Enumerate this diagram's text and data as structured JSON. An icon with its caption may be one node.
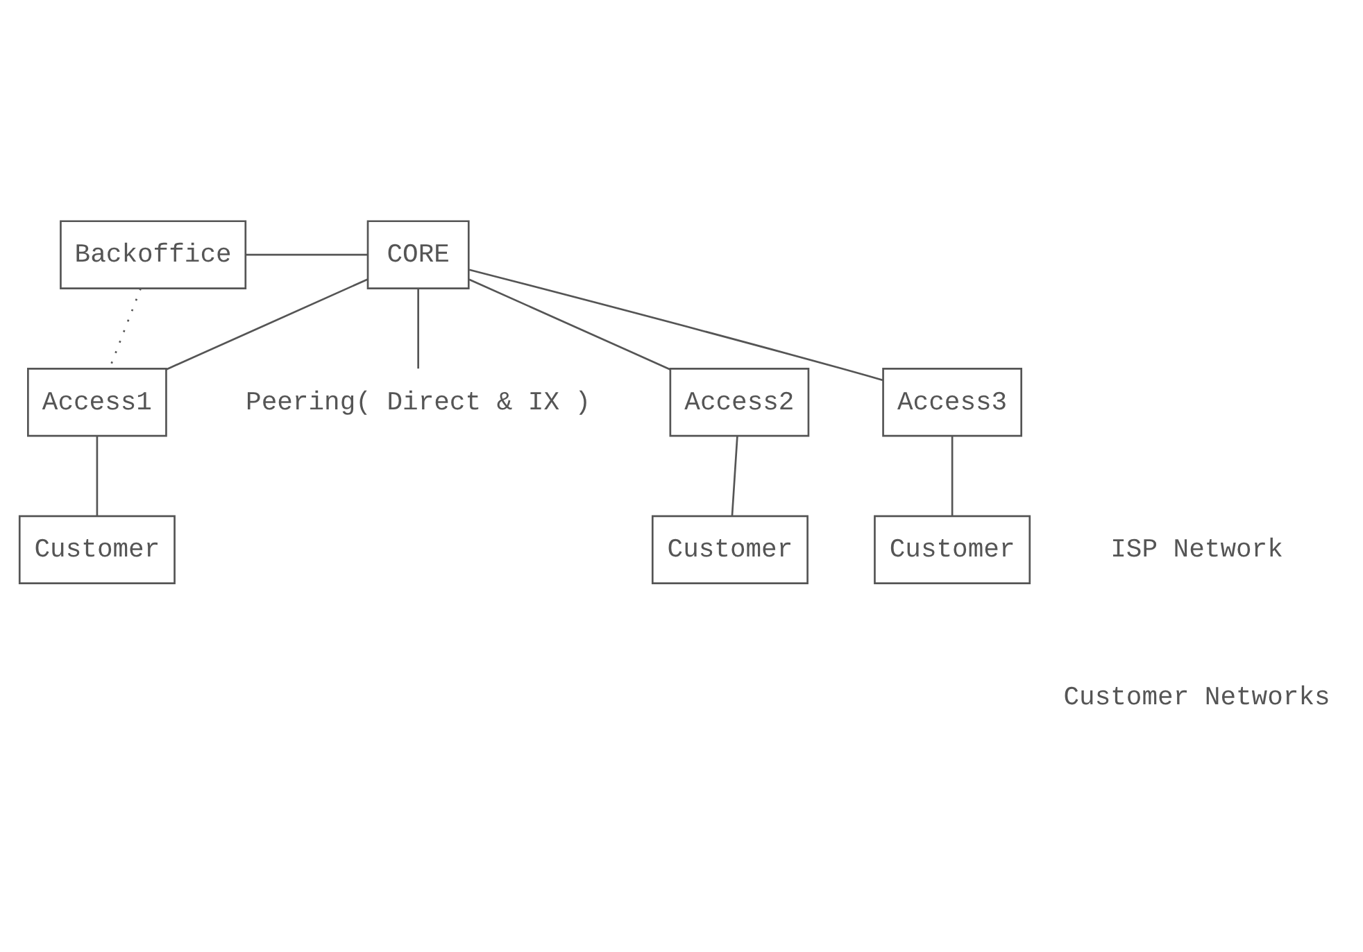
{
  "diagram": {
    "nodes": [
      {
        "text": [
          "Backoffice"
        ]
      },
      {
        "text": [
          "CORE"
        ]
      },
      {
        "text": [
          "Peering( Direct & IX )"
        ]
      },
      {
        "text": [
          "Access1"
        ]
      },
      {
        "text": [
          "Access2"
        ]
      },
      {
        "text": [
          "Access3"
        ]
      },
      {
        "text": [
          "Customer"
        ]
      },
      {
        "text": [
          "Customer"
        ]
      },
      {
        "text": [
          "Customer"
        ]
      }
    ],
    "edges": [
      {
        "from": 0,
        "to": 1,
        "arrow": "none"
      },
      {
        "from": 0,
        "to": 3,
        "arrow": "none",
        "style": "dashed"
      },
      {
        "from": 1,
        "to": 3,
        "arrow": "none"
      },
      {
        "from": 1,
        "to": 4,
        "arrow": "none"
      },
      {
        "from": 1,
        "to": 5,
        "arrow": "none"
      },
      {
        "from": 1,
        "to": 2,
        "arrow": "none"
      },
      {
        "from": 3,
        "to": 6,
        "arrow": "none"
      },
      {
        "from": 4,
        "to": 7,
        "arrow": "none"
      },
      {
        "from": 5,
        "to": 8,
        "arrow": "none"
      }
    ],
    "labels": [
      "ISP Network",
      "Customer Networks"
    ]
  }
}
